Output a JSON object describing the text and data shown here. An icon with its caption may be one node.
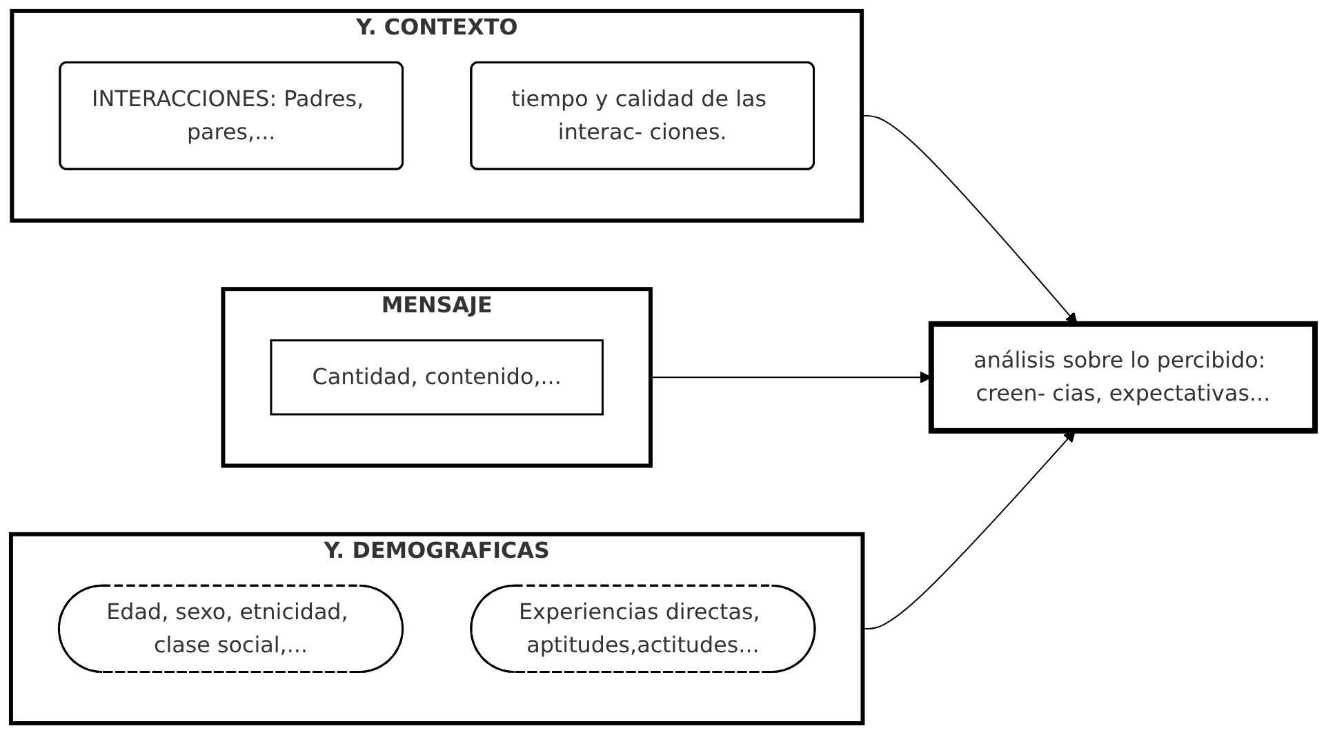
{
  "diagram": {
    "nodes": [
      {
        "text": [
          "Y. CONTEXTO"
        ]
      },
      {
        "text": [
          "INTERACCIONES: Padres, pares,..."
        ],
        "in": 0
      },
      {
        "text": [
          "tiempo y calidad de las interac- ciones."
        ],
        "in": 0
      },
      {
        "text": [
          "análisis sobre lo percibido: creen- cias, expectativas..."
        ]
      },
      {
        "text": [
          "MENSAJE"
        ]
      },
      {
        "text": [
          "Cantidad, contenido,..."
        ],
        "in": 4
      },
      {
        "text": [
          "Y. DEMOGRAFICAS"
        ]
      },
      {
        "text": [
          "Edad, sexo, etnicidad, clase social,..."
        ],
        "in": 6
      },
      {
        "text": [
          "Experiencias directas, aptitudes,actitudes..."
        ],
        "in": 6
      }
    ],
    "edges": [
      {
        "from": 0,
        "to": 3,
        "arrow": "to"
      },
      {
        "from": 4,
        "to": 3,
        "arrow": "to"
      },
      {
        "from": 6,
        "to": 3,
        "arrow": "to"
      }
    ]
  }
}
